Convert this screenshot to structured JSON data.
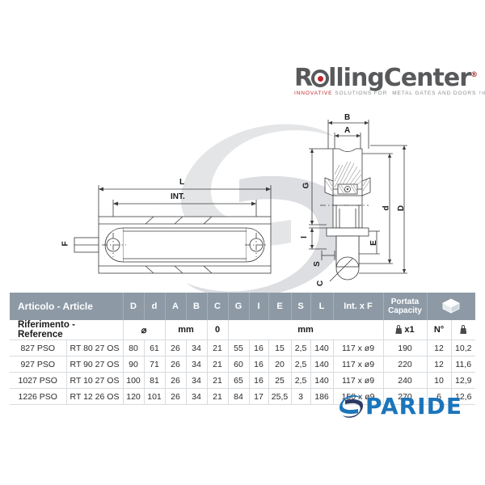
{
  "brand": {
    "name_part1": "R",
    "name_part2": "lling",
    "name_part3": "Center",
    "registered_mark": "®",
    "tagline_red": "INNOVATIVE",
    "tagline_grey1": "SOLUTIONS FOR",
    "tagline_grey2": "METAL GATES AND DOORS",
    "trademark": "TM",
    "logo_icon": "rolling-center-logo"
  },
  "supplier": {
    "name": "PARIDE",
    "logo_icon": "paride-swoosh-logo",
    "color": "#1b75bb"
  },
  "watermark": {
    "icon": "paride-s-mark-watermark",
    "color": "#e2e4e6"
  },
  "drawings": {
    "plan_view": {
      "name": "plan-view-drawing",
      "labels": {
        "overall_length": "L",
        "internal": "INT.",
        "hole": "F"
      }
    },
    "section_view": {
      "name": "cross-section-drawing",
      "labels": {
        "groove_width_top": "A",
        "body_width": "B",
        "height_g": "G",
        "height_i": "I",
        "thickness_s": "S",
        "inner_dia": "d",
        "outer_dia": "D",
        "height_e": "E",
        "angle_c": "C"
      }
    }
  },
  "table": {
    "header": {
      "article": "Articolo - Article",
      "columns": [
        "D",
        "d",
        "A",
        "B",
        "C",
        "G",
        "I",
        "E",
        "S",
        "L"
      ],
      "int_f": "Int. x F",
      "capacity_line1": "Portata",
      "capacity_line2": "Capacity",
      "box_icon": "carton-box-icon"
    },
    "unit_row": {
      "reference": "Riferimento - Reference",
      "diameter_symbol": "⌀",
      "mm_1": "mm",
      "zero": "0",
      "mm_2": "mm",
      "capacity_unit": "x1",
      "capacity_icon": "weight-icon",
      "count_unit": "N°",
      "weight_icon": "weight-icon"
    },
    "rows": [
      {
        "article": "827 PSO",
        "reference": "RT 80 27 OS",
        "D": "80",
        "d": "61",
        "A": "26",
        "B": "34",
        "C": "21",
        "G": "55",
        "I": "16",
        "E": "15",
        "S": "2,5",
        "L": "140",
        "int_f": "117 x ø9",
        "capacity": "190",
        "count": "12",
        "weight": "10,2"
      },
      {
        "article": "927 PSO",
        "reference": "RT 90 27 OS",
        "D": "90",
        "d": "71",
        "A": "26",
        "B": "34",
        "C": "21",
        "G": "60",
        "I": "16",
        "E": "20",
        "S": "2,5",
        "L": "140",
        "int_f": "117 x ø9",
        "capacity": "220",
        "count": "12",
        "weight": "11,6"
      },
      {
        "article": "1027 PSO",
        "reference": "RT 10 27 OS",
        "D": "100",
        "d": "81",
        "A": "26",
        "B": "34",
        "C": "21",
        "G": "65",
        "I": "16",
        "E": "25",
        "S": "2,5",
        "L": "140",
        "int_f": "117 x ø9",
        "capacity": "240",
        "count": "10",
        "weight": "12,9"
      },
      {
        "article": "1226 PSO",
        "reference": "RT 12 26 OS",
        "D": "120",
        "d": "101",
        "A": "26",
        "B": "34",
        "C": "21",
        "G": "84",
        "I": "17",
        "E": "25,5",
        "S": "3",
        "L": "186",
        "int_f": "150 x ø9",
        "capacity": "270",
        "count": "6",
        "weight": "12,6"
      }
    ]
  },
  "colors": {
    "header_band": "#8d9aa6",
    "grid_line": "#d7dce0",
    "brand_grey": "#58595b",
    "brand_red": "#c1272d",
    "supplier_blue": "#1b75bb"
  }
}
